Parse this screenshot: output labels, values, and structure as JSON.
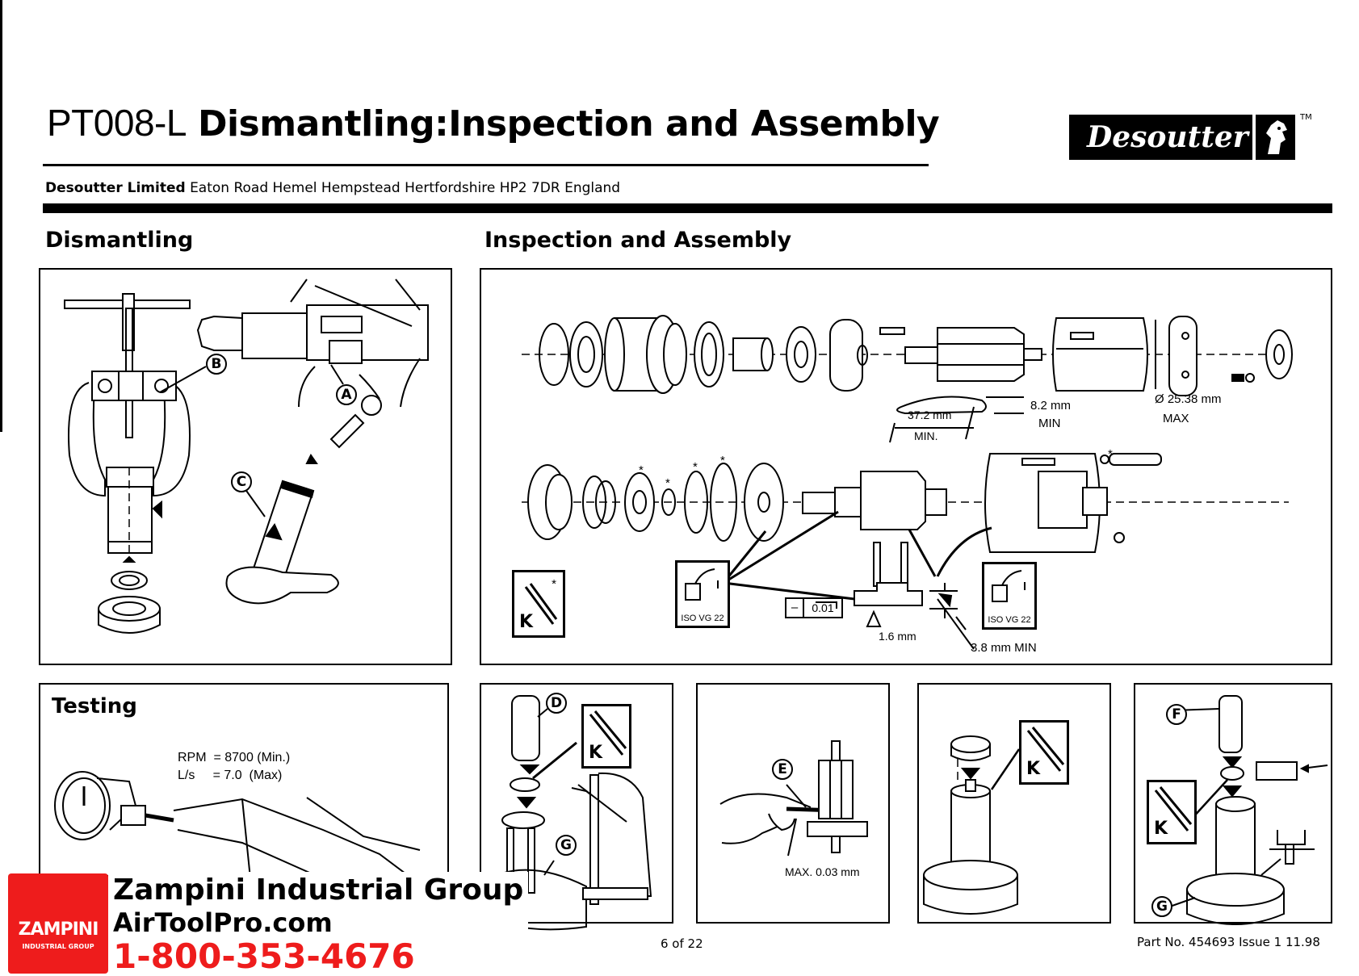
{
  "header": {
    "model_code": "PT008-L",
    "title": "Dismantling:Inspection and Assembly",
    "company_name": "Desoutter Limited",
    "company_address": "Eaton Road Hemel Hempstead Hertfordshire HP2 7DR England",
    "logo_text": "Desoutter",
    "trademark": "TM"
  },
  "sections": {
    "dismantling": {
      "heading": "Dismantling",
      "callouts": [
        "A",
        "B",
        "C"
      ]
    },
    "inspection": {
      "heading": "Inspection and Assembly",
      "labels": {
        "vane_length": "37.2 mm",
        "vane_length_qual": "MIN.",
        "vane_width": "8.2 mm",
        "vane_width_qual": "MIN",
        "bore_diameter": "Ø 25.38 mm",
        "bore_diameter_qual": "MAX",
        "flatness_symbol": "–",
        "flatness_value": "0.01",
        "depth": "1.6 mm",
        "depth_min": "3.8 mm MIN",
        "oil_spec": "ISO VG 22",
        "grease_key": "K",
        "asterisk": "*"
      }
    },
    "testing": {
      "heading": "Testing",
      "spec_rpm_label": "RPM",
      "spec_rpm_value": "= 8700 (Min.)",
      "spec_flow_label": "L/s",
      "spec_flow_value": "= 7.0  (Max)"
    },
    "assembly_steps": [
      {
        "callouts": [
          "D",
          "G"
        ],
        "key": "K"
      },
      {
        "callouts": [
          "E"
        ],
        "note": "MAX. 0.03 mm"
      },
      {
        "key": "K"
      },
      {
        "callouts": [
          "F",
          "G"
        ],
        "key": "K"
      }
    ]
  },
  "footer": {
    "page": "6  of  22",
    "part_info": "Part No. 454693   Issue 1   11.98"
  },
  "watermark": {
    "badge_title": "ZAMPINI",
    "badge_subtitle": "INDUSTRIAL GROUP",
    "company": "Zampini Industrial Group",
    "website": "AirToolPro.com",
    "phone": "1-800-353-4676",
    "accent_color": "#ee1c1c"
  }
}
